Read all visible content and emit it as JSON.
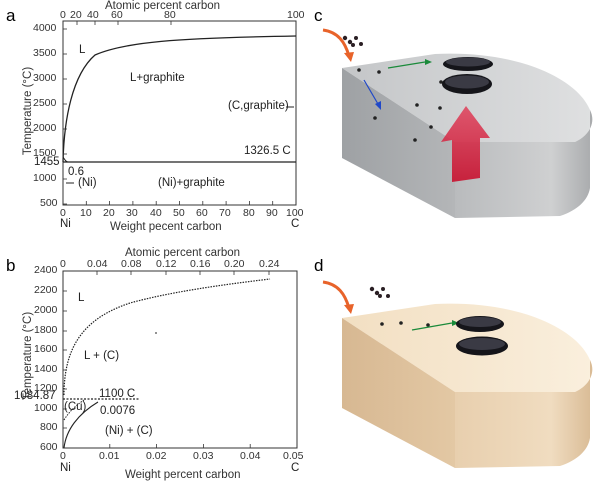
{
  "panels": {
    "a": {
      "letter": "a",
      "top_axis_label": "Atomic percent carbon",
      "top_ticks": [
        "0",
        "20",
        "40",
        "60",
        "80",
        "100"
      ],
      "y_label": "Temperature (°C)",
      "y_ticks": [
        "4000",
        "3500",
        "3000",
        "2500",
        "2000",
        "1500",
        "1000",
        "500"
      ],
      "x_label": "Weight pecent carbon",
      "x_ticks": [
        "0",
        "10",
        "20",
        "30",
        "40",
        "50",
        "60",
        "70",
        "80",
        "90",
        "100"
      ],
      "x_end_left": "Ni",
      "x_end_right": "C",
      "annotations": {
        "liquid": "L",
        "liquid_graphite": "L+graphite",
        "c_graphite": "(C,graphite)",
        "eutectic_temp": "1326.5 C",
        "ni_melt": "1455",
        "eutectic_comp": "0.6",
        "ni_phase": "(Ni)",
        "ni_graphite": "(Ni)+graphite"
      }
    },
    "b": {
      "letter": "b",
      "top_axis_label": "Atomic percent carbon",
      "top_ticks": [
        "0",
        "0.04",
        "0.08",
        "0.12",
        "0.16",
        "0.20",
        "0.24"
      ],
      "y_label": "Temperature (°C)",
      "y_ticks": [
        "2400",
        "2200",
        "2000",
        "1800",
        "1600",
        "1400",
        "1200",
        "1000",
        "800",
        "600"
      ],
      "x_label": "Weight percent carbon",
      "x_ticks": [
        "0",
        "0.01",
        "0.02",
        "0.03",
        "0.04",
        "0.05"
      ],
      "x_end_left": "Ni",
      "x_end_right": "C",
      "annotations": {
        "liquid": "L",
        "liquid_c": "L + (C)",
        "cu_melt": "1084.87",
        "cu_phase": "(Cu)",
        "eutectic_temp": "1100 C",
        "eutectic_comp": "0.0076",
        "ni_c": "(Ni) + (C)"
      }
    },
    "c": {
      "letter": "c"
    },
    "d": {
      "letter": "d"
    }
  }
}
